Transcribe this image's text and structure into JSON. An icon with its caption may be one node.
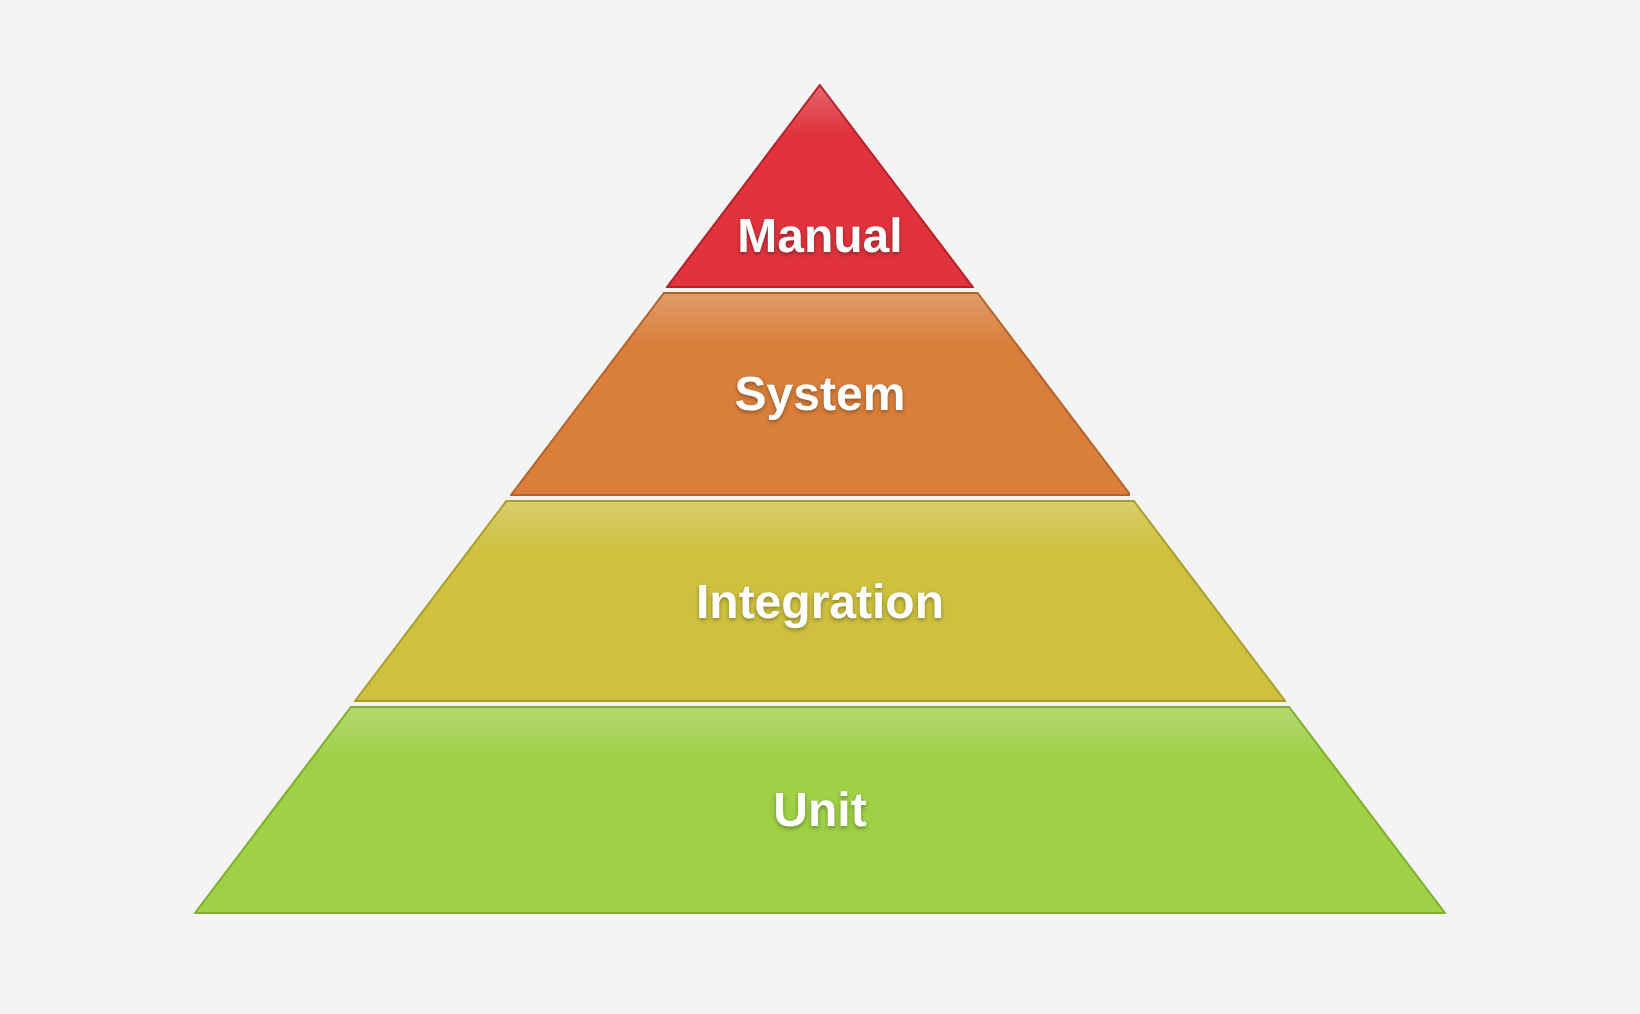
{
  "diagram": {
    "nodes": [
      {
        "text": [
          "Manual"
        ]
      },
      {
        "text": [
          "System"
        ]
      },
      {
        "text": [
          "Integration"
        ]
      },
      {
        "text": [
          "Unit"
        ]
      }
    ]
  }
}
